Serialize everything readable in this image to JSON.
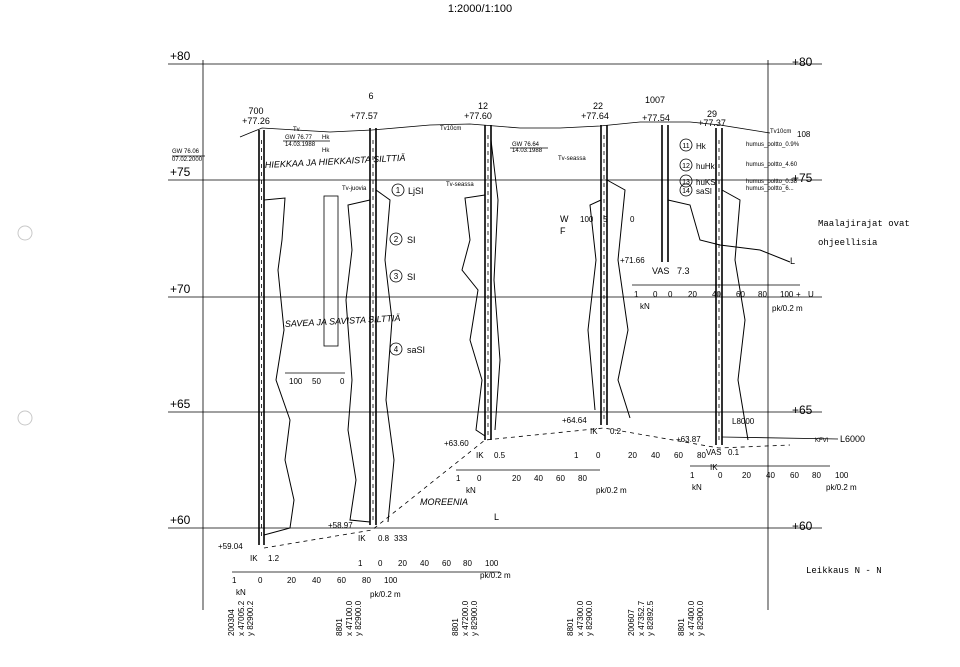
{
  "header": {
    "scale": "1:2000/1:100"
  },
  "levels": {
    "p80_left": "+80",
    "p80_right": "+80",
    "p75_left": "+75",
    "p75_right": "+75",
    "p70_left": "+70",
    "p65_left": "+65",
    "p65_right": "+65",
    "p60_left": "+60",
    "p60_right": "+60"
  },
  "groundwater_left": {
    "gw": "GW 76.06",
    "date": "07.02.2000"
  },
  "holes": [
    {
      "id": "700",
      "elev": "+77.26"
    },
    {
      "id": "6",
      "elev": "+77.57"
    },
    {
      "id": "12",
      "elev": "+77.60"
    },
    {
      "id": "22",
      "elev": "+77.64"
    },
    {
      "id": "1007",
      "elev": "+77.54"
    },
    {
      "id": "29",
      "elev": "+77.37"
    }
  ],
  "hole6_gw": {
    "tv": "Tv",
    "gw": "GW 76.77",
    "hk1": "Hk",
    "date": "14.03.1988",
    "hk2": "Hk"
  },
  "hole22_gw": {
    "gw": "GW 76.64",
    "date": "14.03.1988"
  },
  "tv_labels": {
    "tv10cm_12": "Tv10cm",
    "tv_seassa": "Tv-seassa",
    "tv_seassa2": "Tv-seassa",
    "tv_juovia": "Tv-juovia"
  },
  "samples": [
    {
      "num": "1",
      "soil": "LjSI"
    },
    {
      "num": "2",
      "soil": "SI"
    },
    {
      "num": "3",
      "soil": "SI"
    },
    {
      "num": "4",
      "soil": "saSI"
    },
    {
      "num": "11",
      "soil": "Hk"
    },
    {
      "num": "12",
      "soil": "huHk"
    },
    {
      "num": "13",
      "soil": "huKS"
    },
    {
      "num": "14",
      "soil": "saSI"
    }
  ],
  "hole29_notes": {
    "tv10cm": "Tv10cm",
    "n108": "108",
    "h09": "humus_poltto_0.9%",
    "h46": "humus_poltto_4.60",
    "h38": "humus_poltto_0.38",
    "h6": "humus_poltto_6..."
  },
  "annotations": {
    "hiekkaa": "HIEKKAA JA HIEKKAISTA SILTTIÄ",
    "savea": "SAVEA JA SAVISTA SILTTIÄ",
    "moreenia": "MOREENIA",
    "maalaji1": "Maalajirajat ovat",
    "maalaji2": "ohjeellisia",
    "leikkaus": "Leikkaus N - N"
  },
  "vane": {
    "w": "W",
    "f": "F",
    "n100": "100",
    "n5": "5",
    "n0": "0",
    "elev": "+71.66",
    "vas": "VAS",
    "val": "7.3",
    "l": "L"
  },
  "vane_scale": {
    "t1": "1",
    "t0a": "0",
    "t0b": "0",
    "t20": "20",
    "t40": "40",
    "t60": "60",
    "t80": "80",
    "t100": "100",
    "u": "U",
    "kn": "kN",
    "unit": "pk/0.2 m",
    "plus": "+"
  },
  "scale_left": {
    "t100": "100",
    "t50": "50",
    "t0": "0"
  },
  "ends": {
    "h700": {
      "elev": "+59.04",
      "ik": "IK",
      "val": "1.2"
    },
    "h6": {
      "elev": "+58.97",
      "ik": "IK",
      "val": "0.8",
      "val2": "333"
    },
    "h12": {
      "elev": "+63.60",
      "ik": "IK",
      "val": "0.5"
    },
    "h22": {
      "elev": "+64.64",
      "ik": "IK",
      "val": "0.2"
    },
    "h29": {
      "elev": "+63.87",
      "ik": "IK",
      "vas": "VAS",
      "val": "0.1",
      "l8000": "L8000",
      "kfvi": "KFVI",
      "l6000": "L6000"
    }
  },
  "axis_ticks": {
    "t1": "1",
    "t0": "0",
    "t20": "20",
    "t40": "40",
    "t60": "60",
    "t80": "80",
    "t100": "100",
    "kn": "kN",
    "unit": "pk/0.2 m"
  },
  "coords": [
    {
      "id": "200304",
      "x": "x 47005.2",
      "y": "y 82900.2"
    },
    {
      "id": "8801",
      "x": "x 47100.0",
      "y": "y 82900.0"
    },
    {
      "id": "8801",
      "x": "x 47200.0",
      "y": "y 82900.0"
    },
    {
      "id": "8801",
      "x": "x 47300.0",
      "y": "y 82900.0"
    },
    {
      "id": "200607",
      "x": "x 47352.7",
      "y": "y 82892.5"
    },
    {
      "id": "8801",
      "x": "x 47400.0",
      "y": "y 82900.0"
    }
  ],
  "bottom_l": "L",
  "colors": {
    "ink": "#000000",
    "paper": "#ffffff",
    "punch": "#c8c8c8"
  }
}
